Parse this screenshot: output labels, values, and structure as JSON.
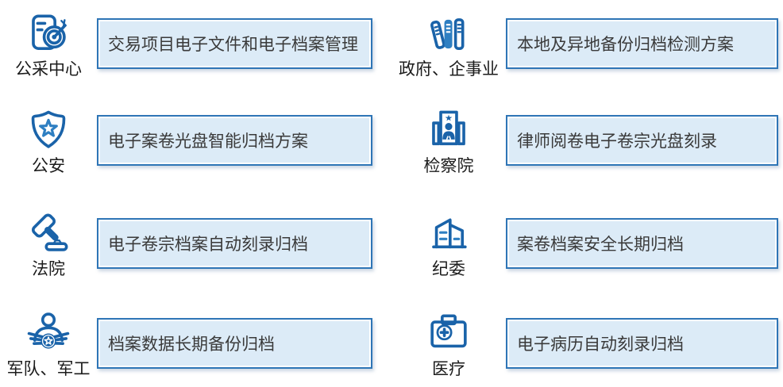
{
  "colors": {
    "icon_primary": "#1a63a9",
    "icon_accent": "#2e7fc2",
    "box_fill": "#dcebf7",
    "box_border": "#2e75b6",
    "label_text": "#1c1c1c",
    "box_text": "#3a3a3a",
    "background": "#ffffff"
  },
  "items": [
    {
      "org": "公采中心",
      "icon": "document-target-icon",
      "solution": "交易项目电子文件和电子档案管理"
    },
    {
      "org": "政府、企事业",
      "icon": "books-icon",
      "solution": "本地及异地备份归档检测方案"
    },
    {
      "org": "公安",
      "icon": "shield-star-icon",
      "solution": "电子案卷光盘智能归档方案"
    },
    {
      "org": "检察院",
      "icon": "courthouse-person-icon",
      "solution": "律师阅卷电子卷宗光盘刻录"
    },
    {
      "org": "法院",
      "icon": "gavel-icon",
      "solution": "电子卷宗档案自动刻录归档"
    },
    {
      "org": "纪委",
      "icon": "buildings-icon",
      "solution": "案卷档案安全长期归档"
    },
    {
      "org": "军队、军工",
      "icon": "military-badge-icon",
      "solution": "档案数据长期备份归档"
    },
    {
      "org": "医疗",
      "icon": "first-aid-kit-icon",
      "solution": "电子病历自动刻录归档"
    }
  ]
}
